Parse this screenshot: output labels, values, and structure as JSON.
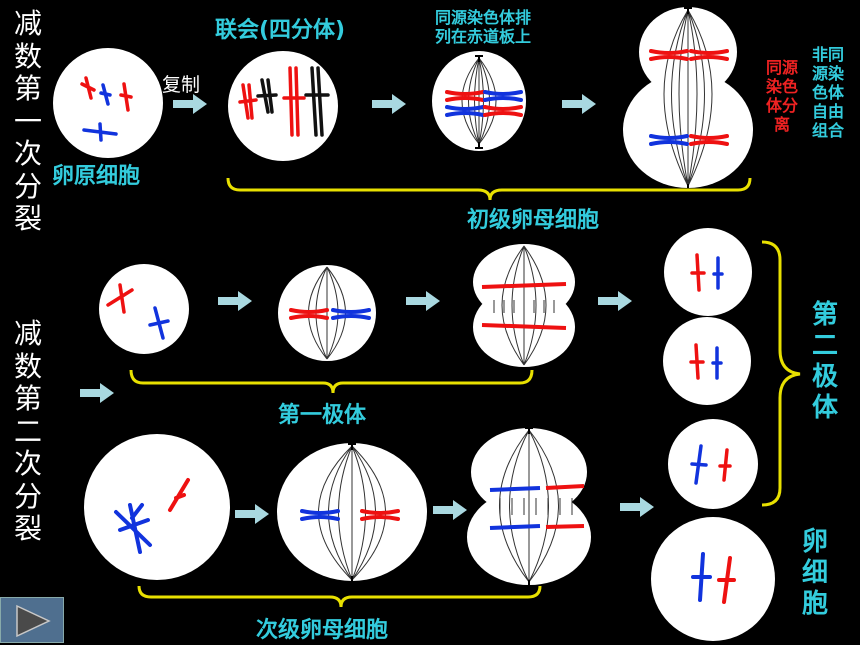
{
  "stage1_title": "减数第一次分裂",
  "stage2_title": "减数第二次分裂",
  "oogonium_label": "卵原细胞",
  "replicate_label": "复制",
  "synapsis_label": "联会(四分体)",
  "equator_label": "同源染色体排列在赤道板上",
  "homologs_separate_label": "同源染色体分离",
  "nonhomologs_combine_label": "非同源染色体自由组合",
  "primary_oocyte_label": "初级卵母细胞",
  "first_polar_body_label": "第一极体",
  "secondary_oocyte_label": "次级卵母细胞",
  "second_polar_body_label": "第二极体",
  "egg_cell_label": "卵细胞",
  "colors": {
    "cyan": "#33ccdd",
    "red": "#ee1111",
    "blue": "#1133dd",
    "arrow": "#a9d8e0",
    "brace": "#e8e000",
    "text": "#ffffff"
  }
}
